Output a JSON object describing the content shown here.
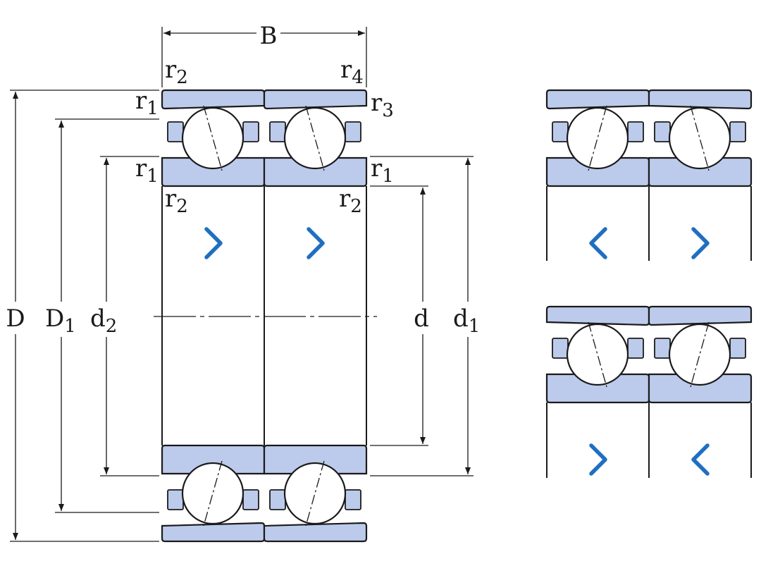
{
  "labels": {
    "B": "B",
    "r": "r",
    "sub1": "1",
    "sub2": "2",
    "sub3": "3",
    "sub4": "4",
    "D": "D",
    "D1": "D",
    "d2": "d",
    "d": "d",
    "d1": "d"
  },
  "colors": {
    "ring_fill": "#bccbeb",
    "outline": "#1a1a1a",
    "arrow_blue": "#1f6fc0"
  },
  "load_arrows": {
    "main_top": [
      "right",
      "right"
    ],
    "back_to_back": [
      "left",
      "right"
    ],
    "face_to_face": [
      "right",
      "left"
    ]
  }
}
